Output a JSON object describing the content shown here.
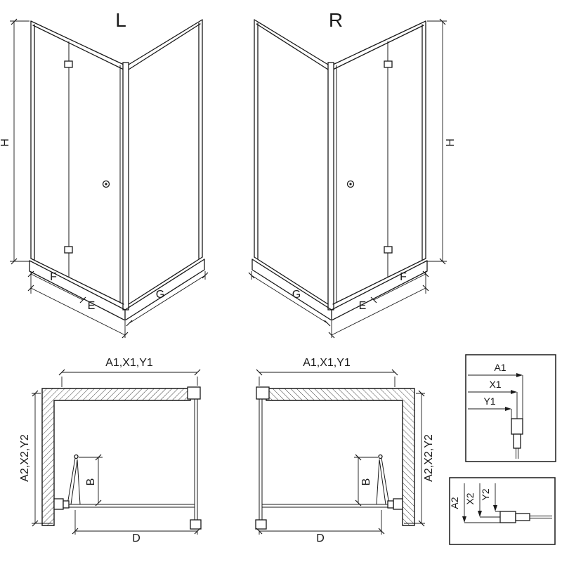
{
  "drawing": {
    "perspective_left": {
      "variant": "L",
      "height": "H",
      "width_door": "F",
      "width_side": "E",
      "width_return": "G"
    },
    "perspective_right": {
      "variant": "R",
      "height": "H",
      "width_door": "F",
      "width_side": "E",
      "width_return": "G"
    },
    "plan_left": {
      "top": "A1,X1,Y1",
      "side": "A2,X2,Y2",
      "door_fold": "B",
      "entry": "D"
    },
    "plan_right": {
      "top": "A1,X1,Y1",
      "side": "A2,X2,Y2",
      "door_fold": "B",
      "entry": "D"
    },
    "detail_top": {
      "d1": "A1",
      "d2": "X1",
      "d3": "Y1"
    },
    "detail_bottom": {
      "d1": "A2",
      "d2": "X2",
      "d3": "Y2"
    }
  },
  "colors": {
    "line": "#1a1a1a",
    "hatch": "#444444",
    "background": "#ffffff"
  }
}
